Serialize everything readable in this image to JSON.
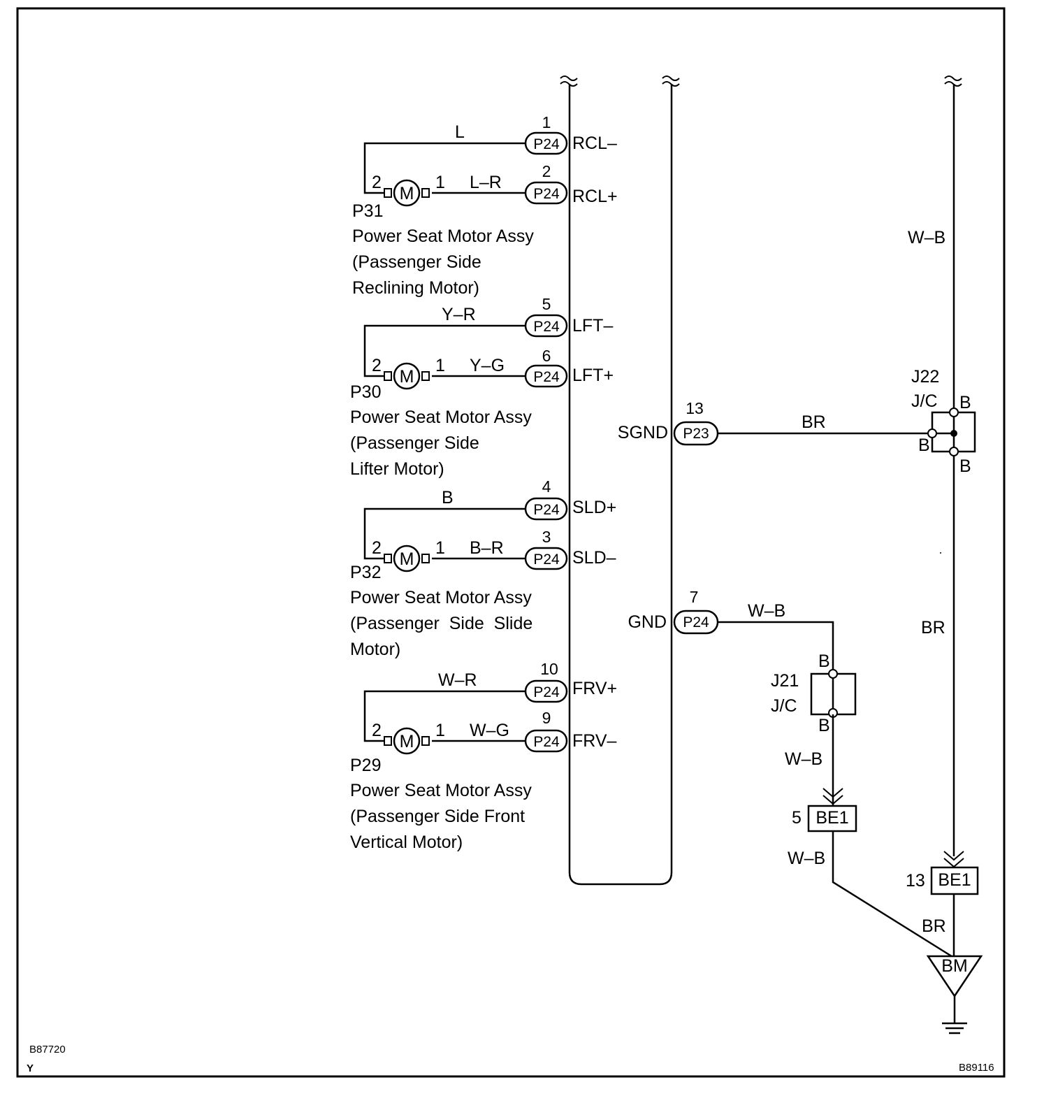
{
  "ecu_terminals": {
    "rcl_minus": {
      "pin": "1",
      "conn": "P24",
      "name": "RCL–",
      "wire": "L"
    },
    "rcl_plus": {
      "pin": "2",
      "conn": "P24",
      "name": "RCL+",
      "wire": "L–R"
    },
    "lft_minus": {
      "pin": "5",
      "conn": "P24",
      "name": "LFT–",
      "wire": "Y–R"
    },
    "lft_plus": {
      "pin": "6",
      "conn": "P24",
      "name": "LFT+",
      "wire": "Y–G"
    },
    "sld_plus": {
      "pin": "4",
      "conn": "P24",
      "name": "SLD+",
      "wire": "B"
    },
    "sld_minus": {
      "pin": "3",
      "conn": "P24",
      "name": "SLD–",
      "wire": "B–R"
    },
    "frv_plus": {
      "pin": "10",
      "conn": "P24",
      "name": "FRV+",
      "wire": "W–R"
    },
    "frv_minus": {
      "pin": "9",
      "conn": "P24",
      "name": "FRV–",
      "wire": "W–G"
    },
    "sgnd": {
      "pin": "13",
      "conn": "P23",
      "name": "SGND",
      "wire": "BR"
    },
    "gnd": {
      "pin": "7",
      "conn": "P24",
      "name": "GND",
      "wire": "W–B"
    }
  },
  "motors": {
    "p31": {
      "id": "P31",
      "symbol": "M",
      "pin_left": "2",
      "pin_right": "1",
      "caption": [
        "Power Seat Motor Assy",
        "(Passenger Side",
        "Reclining Motor)"
      ]
    },
    "p30": {
      "id": "P30",
      "symbol": "M",
      "pin_left": "2",
      "pin_right": "1",
      "caption": [
        "Power Seat Motor Assy",
        "(Passenger Side",
        "Lifter Motor)"
      ]
    },
    "p32": {
      "id": "P32",
      "symbol": "M",
      "pin_left": "2",
      "pin_right": "1",
      "caption": [
        "Power Seat Motor Assy",
        "(Passenger  Side  Slide",
        "Motor)"
      ]
    },
    "p29": {
      "id": "P29",
      "symbol": "M",
      "pin_left": "2",
      "pin_right": "1",
      "caption": [
        "Power Seat Motor Assy",
        "(Passenger Side Front",
        "Vertical Motor)"
      ]
    }
  },
  "junctions": {
    "j22": {
      "id": "J22",
      "type": "J/C",
      "pins": [
        "B",
        "B",
        "B"
      ]
    },
    "j21": {
      "id": "J21",
      "type": "J/C",
      "pins": [
        "B",
        "B"
      ]
    }
  },
  "wires": {
    "right_top": "W–B",
    "right_mid": "BR",
    "right_bottom": "BR",
    "j21_below": "W–B",
    "be1_5_below": "W–B"
  },
  "connectors": {
    "be1_5": {
      "pin": "5",
      "name": "BE1"
    },
    "be1_13": {
      "pin": "13",
      "name": "BE1"
    }
  },
  "ground": {
    "name": "BM"
  },
  "codes": {
    "left_code": "B87720",
    "left_letter": "Y",
    "right_code": "B89116"
  }
}
